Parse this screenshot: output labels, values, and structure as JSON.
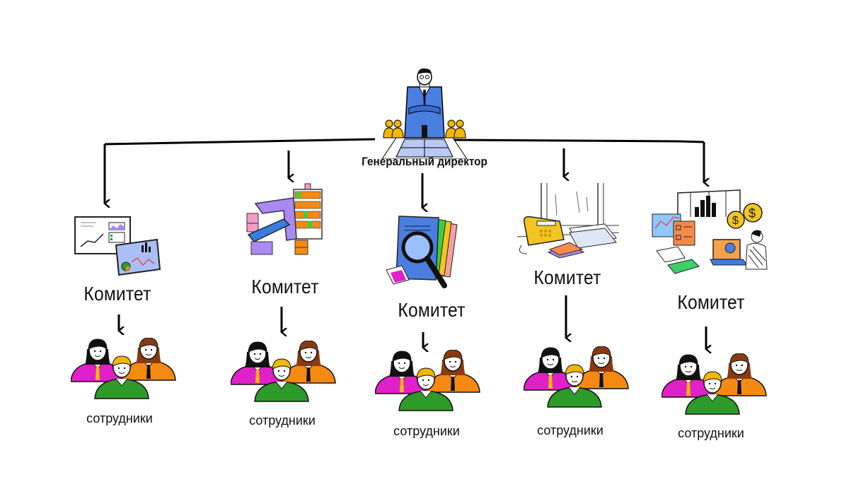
{
  "diagram": {
    "type": "org-chart",
    "root": {
      "label": "Генеральный директор",
      "icon": "director-icon"
    },
    "branches": [
      {
        "committee_label": "Комитет",
        "icon": "presentation-charts-icon",
        "staff_label": "сотрудники",
        "staff_icon": "employees-group-icon"
      },
      {
        "committee_label": "Комитет",
        "icon": "production-line-icon",
        "staff_label": "сотрудники",
        "staff_icon": "employees-group-icon"
      },
      {
        "committee_label": "Комитет",
        "icon": "audit-magnifier-icon",
        "staff_label": "сотрудники",
        "staff_icon": "employees-group-icon"
      },
      {
        "committee_label": "Комитет",
        "icon": "office-phone-documents-icon",
        "staff_label": "сотрудники",
        "staff_icon": "employees-group-icon"
      },
      {
        "committee_label": "Комитет",
        "icon": "finance-analytics-icon",
        "staff_label": "сотрудники",
        "staff_icon": "employees-group-icon"
      }
    ],
    "colors": {
      "suit_blue": "#4a7fe0",
      "gold": "#f2b705",
      "magenta": "#e020c8",
      "green": "#2e9a2a",
      "orange": "#f58a12",
      "purple": "#a98af0",
      "light_blue": "#aabff5",
      "line": "#000000"
    }
  }
}
